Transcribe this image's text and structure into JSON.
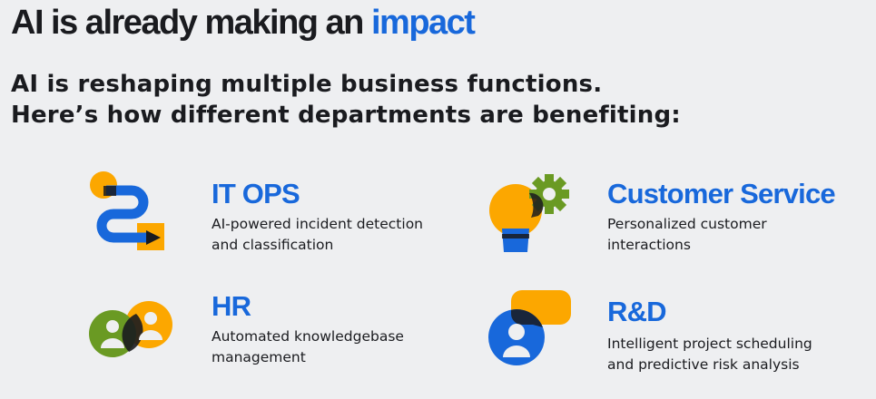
{
  "title": {
    "main": "AI is already making an",
    "accent": "impact"
  },
  "subtitle": {
    "line1": "AI is reshaping multiple business functions.",
    "line2": "Here’s how different departments are benefiting:"
  },
  "departments": [
    {
      "name": "IT OPS",
      "desc_line1": "AI-powered incident detection",
      "desc_line2": "and classification",
      "icon": "flow-path-icon"
    },
    {
      "name": "Customer Service",
      "desc_line1": "Personalized customer",
      "desc_line2": "interactions",
      "icon": "lightbulb-gear-icon"
    },
    {
      "name": "HR",
      "desc_line1": "Automated knowledgebase",
      "desc_line2": "management",
      "icon": "people-icon"
    },
    {
      "name": "R&D",
      "desc_line1": "Intelligent project scheduling",
      "desc_line2": "and predictive risk analysis",
      "icon": "user-chat-icon"
    }
  ],
  "colors": {
    "blue": "#1868db",
    "orange": "#fca700",
    "green": "#6a9a23",
    "dark": "#1a1b1f",
    "background": "#eeeff1"
  }
}
